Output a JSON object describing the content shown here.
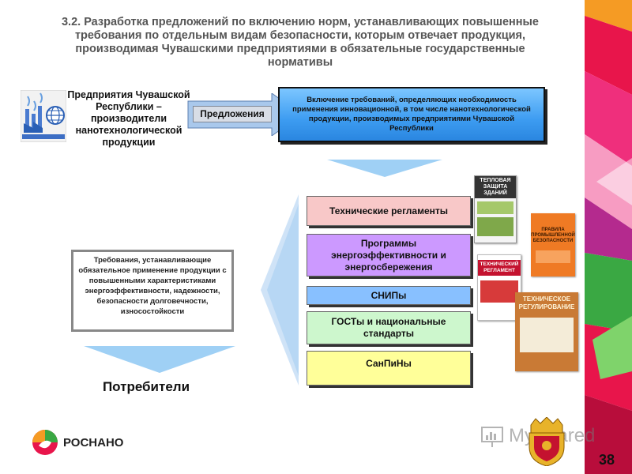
{
  "title": "3.2. Разработка предложений по включению норм, устанавливающих повышенные требования по отдельным видам безопасности, которым отвечает продукция, производимая Чувашскими предприятиями в обязательные государственные нормативы",
  "company": "Предприятия Чувашской Республики – производители нанотехнологической продукции",
  "offers": "Предложения",
  "inclusion": "Включение требований, определяющих необходимость применения инновационной, в том числе нанотехнологической продукции, производимых предприятиями Чувашской Республики",
  "standards": [
    {
      "label": "Технические регламенты",
      "color": "#f8c8c8"
    },
    {
      "label": "Программы энергоэффективности и энергосбережения",
      "color": "#cc99ff"
    },
    {
      "label": "СНИПы",
      "color": "#88c0ff"
    },
    {
      "label": "ГОСТы и национальные стандарты",
      "color": "#cdf7cd"
    },
    {
      "label": "СанПиНы",
      "color": "#ffff99"
    }
  ],
  "requirements": "Требования, устанавливающие обязательное применение продукции с повышенными характеристиками энергоэффективности, надежности, безопасности долговечности, износостойкости",
  "consumers": "Потребители",
  "logo": {
    "text": "РОСНАНО"
  },
  "books": {
    "b1": "ТЕПЛОВАЯ ЗАЩИТА ЗДАНИЙ",
    "b2": "ПРАВИЛА ПРОМЫШЛЕННОЙ БЕЗОПАСНОСТИ",
    "b3": "ТЕХНИЧЕСКИЙ РЕГЛАМЕНТ",
    "b4": "ТЕХНИЧЕСКОЕ РЕГУЛИРОВАНИЕ"
  },
  "watermark": "MyShared",
  "page_number": "38",
  "colors": {
    "accent_red": "#e8154b",
    "accent_green": "#3aa843",
    "arrow_blue": "#9fd0f5",
    "box_blue": "#3d9cf1"
  }
}
